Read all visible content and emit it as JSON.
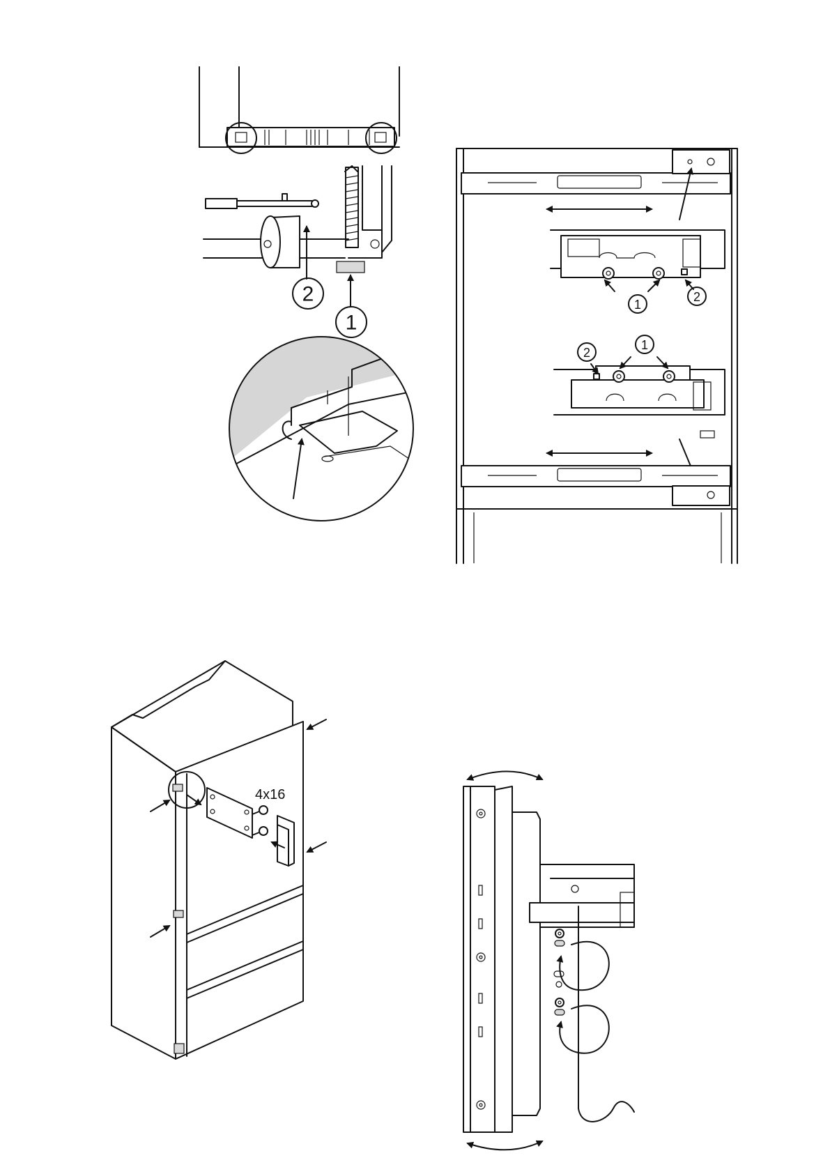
{
  "callouts": {
    "num_1": "1",
    "num_2": "2"
  },
  "screw_spec": "4x16"
}
